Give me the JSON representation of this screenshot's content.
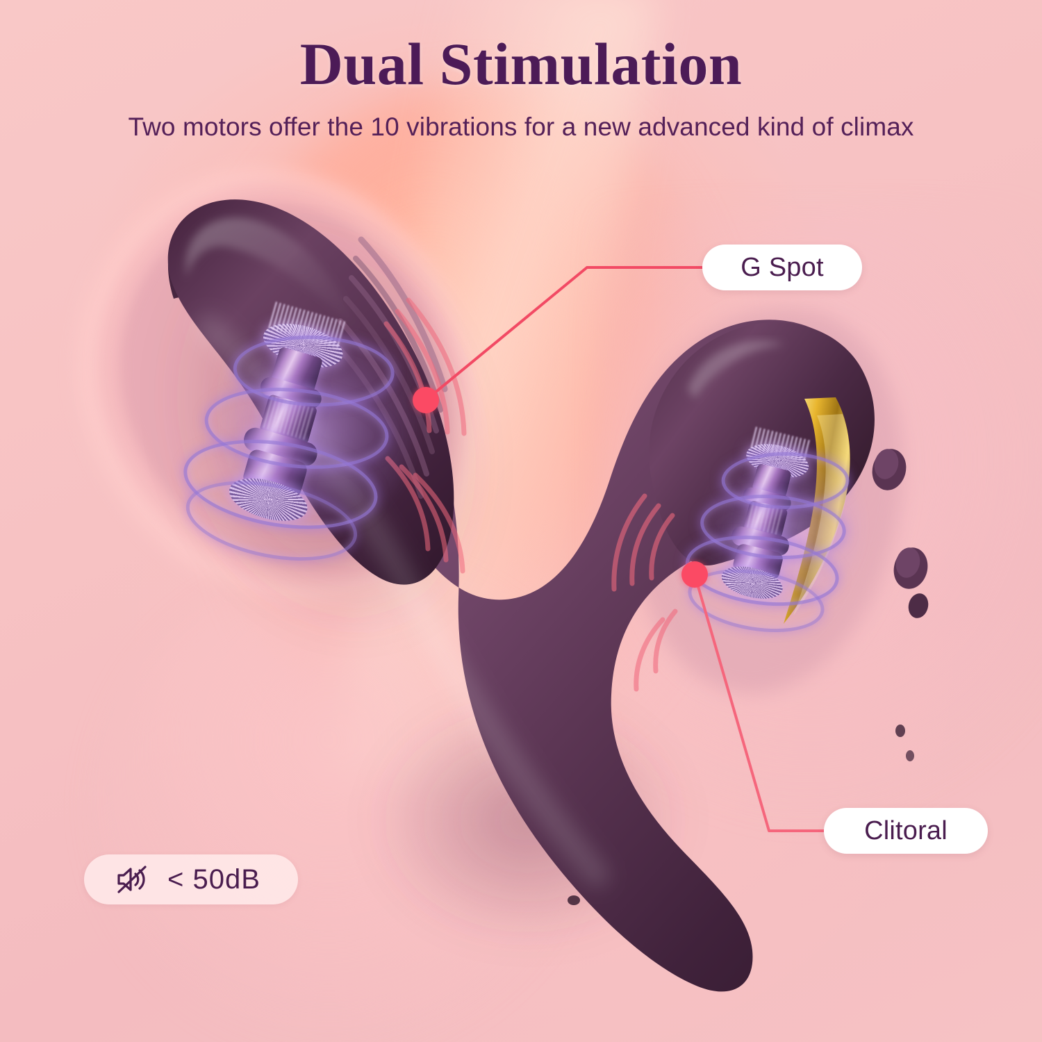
{
  "header": {
    "title": "Dual Stimulation",
    "subtitle": "Two motors offer the 10 vibrations for a new advanced kind of climax"
  },
  "callouts": [
    {
      "id": "g-spot",
      "label": "G Spot"
    },
    {
      "id": "clitoral",
      "label": "Clitoral"
    }
  ],
  "badge": {
    "icon": "mute-speaker-icon",
    "label": "< 50dB"
  },
  "colors": {
    "background_pink": "#f7c3c4",
    "background_coral_glow": "#ffb29e",
    "title_purple": "#4c1b57",
    "subtitle_purple": "#542058",
    "callout_line_red": "#f24a64",
    "callout_dot_red": "#fb4a64",
    "pill_white": "#ffffff",
    "product_purple": "#4a2844",
    "product_purple_light": "#6f4a68",
    "accent_gold": "#e8b73c",
    "motor_violet": "#9678d7",
    "badge_pink": "#ffe9e9"
  },
  "product": {
    "name": "dual-motor-vibrator",
    "body_color": "#4a2844",
    "accent_color": "#e8b73c",
    "motor_count": 2,
    "motors": [
      {
        "id": "g-spot-motor",
        "position": "left-head"
      },
      {
        "id": "clitoral-motor",
        "position": "right-head"
      }
    ]
  }
}
